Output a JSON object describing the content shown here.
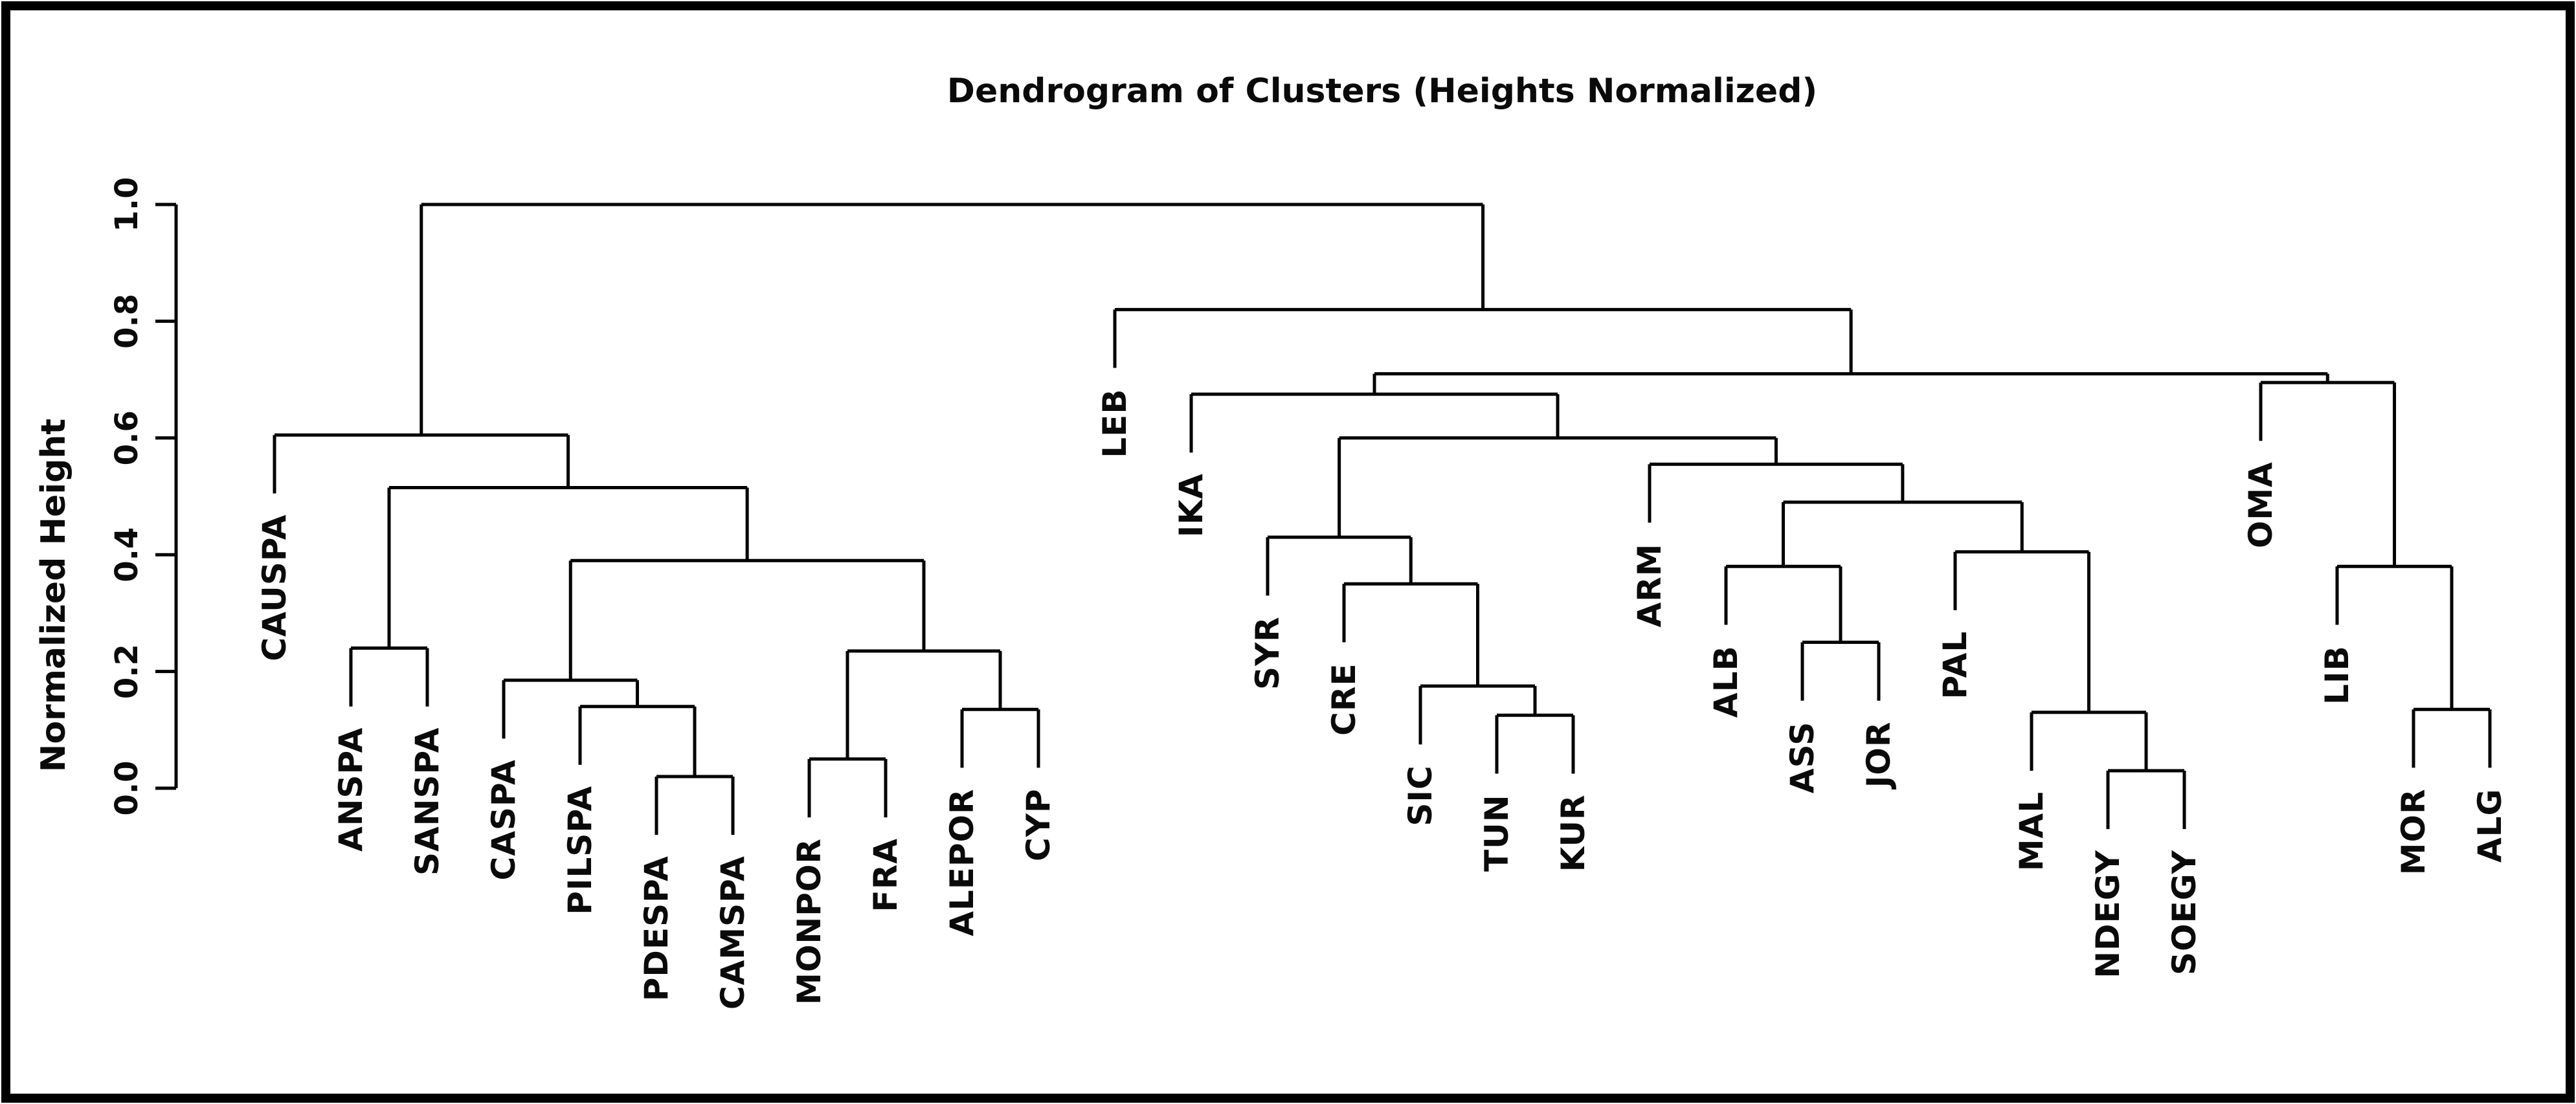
{
  "page": {
    "background": "#ffffff",
    "frame_color": "#000000",
    "line_color": "#000000"
  },
  "chart_data": {
    "type": "dendrogram",
    "title": "Dendrogram of Clusters (Heights Normalized)",
    "y_axis": {
      "label": "Normalized Height",
      "ticks": [
        0.0,
        0.2,
        0.4,
        0.6,
        0.8,
        1.0
      ],
      "tick_labels": [
        "0.0",
        "0.2",
        "0.4",
        "0.6",
        "0.8",
        "1.0"
      ],
      "range": [
        0.0,
        1.0
      ]
    },
    "grid": false,
    "legend": false,
    "hang": 0.1,
    "leaf_order": [
      "CAUSPA",
      "ANSPA",
      "SANSPA",
      "CASPA",
      "PILSPA",
      "PDESPA",
      "CAMSPA",
      "MONPOR",
      "FRA",
      "ALEPOR",
      "CYP",
      "LEB",
      "IKA",
      "SYR",
      "CRE",
      "SIC",
      "TUN",
      "KUR",
      "ARM",
      "ALB",
      "ASS",
      "JOR",
      "PAL",
      "MAL",
      "NDEGY",
      "SOEGY",
      "OMA",
      "LIB",
      "MOR",
      "ALG"
    ],
    "tree": {
      "height": 1.0,
      "children": [
        {
          "height": 0.605,
          "children": [
            {
              "label": "CAUSPA"
            },
            {
              "height": 0.515,
              "children": [
                {
                  "height": 0.24,
                  "children": [
                    {
                      "label": "ANSPA"
                    },
                    {
                      "label": "SANSPA"
                    }
                  ]
                },
                {
                  "height": 0.39,
                  "children": [
                    {
                      "height": 0.185,
                      "children": [
                        {
                          "label": "CASPA"
                        },
                        {
                          "height": 0.14,
                          "children": [
                            {
                              "label": "PILSPA"
                            },
                            {
                              "height": 0.02,
                              "children": [
                                {
                                  "label": "PDESPA"
                                },
                                {
                                  "label": "CAMSPA"
                                }
                              ]
                            }
                          ]
                        }
                      ]
                    },
                    {
                      "height": 0.235,
                      "children": [
                        {
                          "height": 0.05,
                          "children": [
                            {
                              "label": "MONPOR"
                            },
                            {
                              "label": "FRA"
                            }
                          ]
                        },
                        {
                          "height": 0.135,
                          "children": [
                            {
                              "label": "ALEPOR"
                            },
                            {
                              "label": "CYP"
                            }
                          ]
                        }
                      ]
                    }
                  ]
                }
              ]
            }
          ]
        },
        {
          "height": 0.82,
          "children": [
            {
              "label": "LEB"
            },
            {
              "height": 0.71,
              "children": [
                {
                  "height": 0.675,
                  "children": [
                    {
                      "label": "IKA"
                    },
                    {
                      "height": 0.6,
                      "children": [
                        {
                          "height": 0.43,
                          "children": [
                            {
                              "label": "SYR"
                            },
                            {
                              "height": 0.35,
                              "children": [
                                {
                                  "label": "CRE"
                                },
                                {
                                  "height": 0.175,
                                  "children": [
                                    {
                                      "label": "SIC"
                                    },
                                    {
                                      "height": 0.125,
                                      "children": [
                                        {
                                          "label": "TUN"
                                        },
                                        {
                                          "label": "KUR"
                                        }
                                      ]
                                    }
                                  ]
                                }
                              ]
                            }
                          ]
                        },
                        {
                          "height": 0.555,
                          "children": [
                            {
                              "label": "ARM"
                            },
                            {
                              "height": 0.49,
                              "children": [
                                {
                                  "height": 0.38,
                                  "children": [
                                    {
                                      "label": "ALB"
                                    },
                                    {
                                      "height": 0.25,
                                      "children": [
                                        {
                                          "label": "ASS"
                                        },
                                        {
                                          "label": "JOR"
                                        }
                                      ]
                                    }
                                  ]
                                },
                                {
                                  "height": 0.405,
                                  "children": [
                                    {
                                      "label": "PAL"
                                    },
                                    {
                                      "height": 0.13,
                                      "children": [
                                        {
                                          "label": "MAL"
                                        },
                                        {
                                          "height": 0.03,
                                          "children": [
                                            {
                                              "label": "NDEGY"
                                            },
                                            {
                                              "label": "SOEGY"
                                            }
                                          ]
                                        }
                                      ]
                                    }
                                  ]
                                }
                              ]
                            }
                          ]
                        }
                      ]
                    }
                  ]
                },
                {
                  "height": 0.695,
                  "children": [
                    {
                      "label": "OMA"
                    },
                    {
                      "height": 0.38,
                      "children": [
                        {
                          "label": "LIB"
                        },
                        {
                          "height": 0.135,
                          "children": [
                            {
                              "label": "MOR"
                            },
                            {
                              "label": "ALG"
                            }
                          ]
                        }
                      ]
                    }
                  ]
                }
              ]
            }
          ]
        }
      ]
    }
  }
}
